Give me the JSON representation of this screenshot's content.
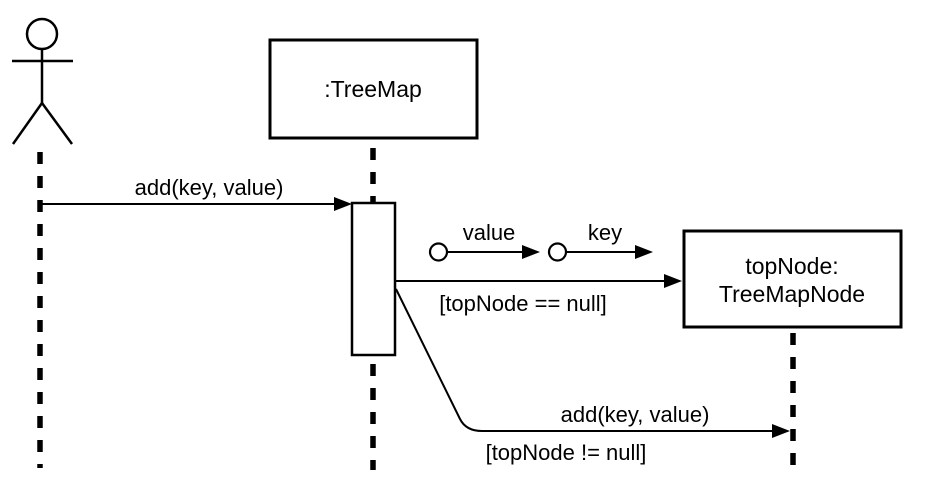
{
  "colors": {
    "background": "#ffffff",
    "stroke": "#000000",
    "text": "#000000"
  },
  "participants": {
    "actor": {
      "kind": "actor-stick-figure"
    },
    "treemap": {
      "label": ":TreeMap"
    },
    "topnode": {
      "label_line1": "topNode:",
      "label_line2": "TreeMapNode"
    }
  },
  "messages": {
    "add_initial": {
      "label": "add(key, value)"
    },
    "value_param": {
      "label": "value"
    },
    "key_param": {
      "label": "key"
    },
    "create_guard": {
      "label": "[topNode == null]"
    },
    "add_delegate": {
      "label": "add(key, value)"
    },
    "delegate_guard": {
      "label": "[topNode != null]"
    }
  }
}
